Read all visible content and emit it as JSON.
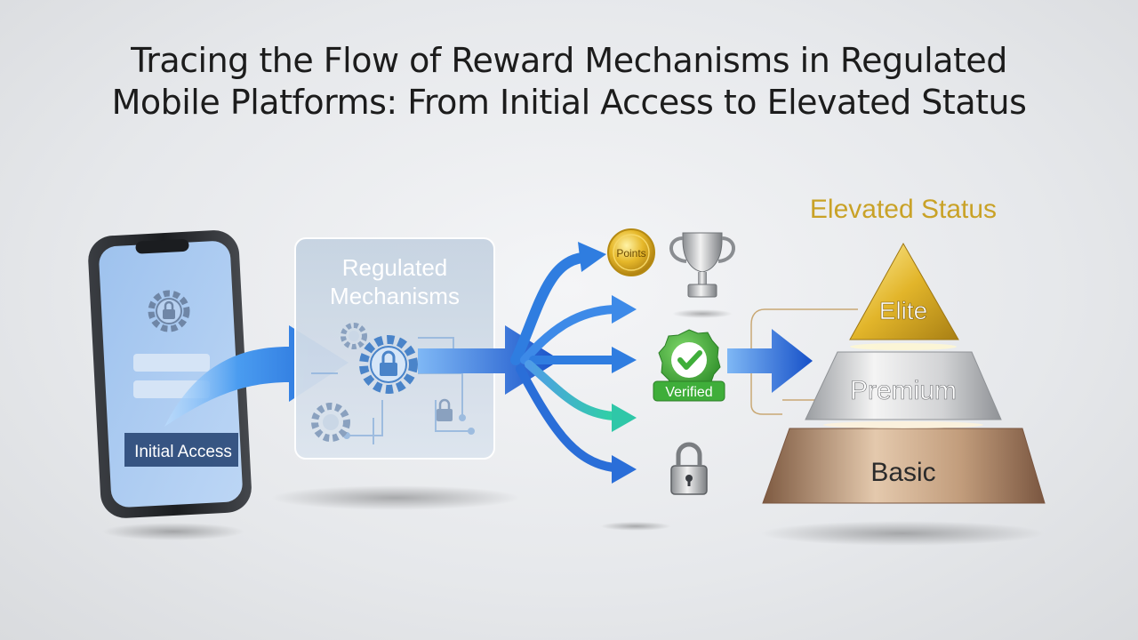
{
  "title": {
    "line1": "Tracing the Flow of Reward Mechanisms in Regulated",
    "line2": "Mobile Platforms: From Initial Access to Elevated Status"
  },
  "phone": {
    "label": "Initial Access"
  },
  "mechanisms": {
    "label_line1": "Regulated",
    "label_line2": "Mechanisms"
  },
  "rewards": {
    "points_label": "Points",
    "verified_label": "Verified"
  },
  "status": {
    "heading": "Elevated Status",
    "tiers": [
      "Elite",
      "Premium",
      "Basic"
    ]
  },
  "colors": {
    "arrow_blue": "#2f7de0",
    "arrow_teal": "#2fc7a8",
    "gold": "#c9a227",
    "verified_green": "#3fae3a",
    "bronze": "#a98062",
    "silver": "#c8c8c8"
  }
}
